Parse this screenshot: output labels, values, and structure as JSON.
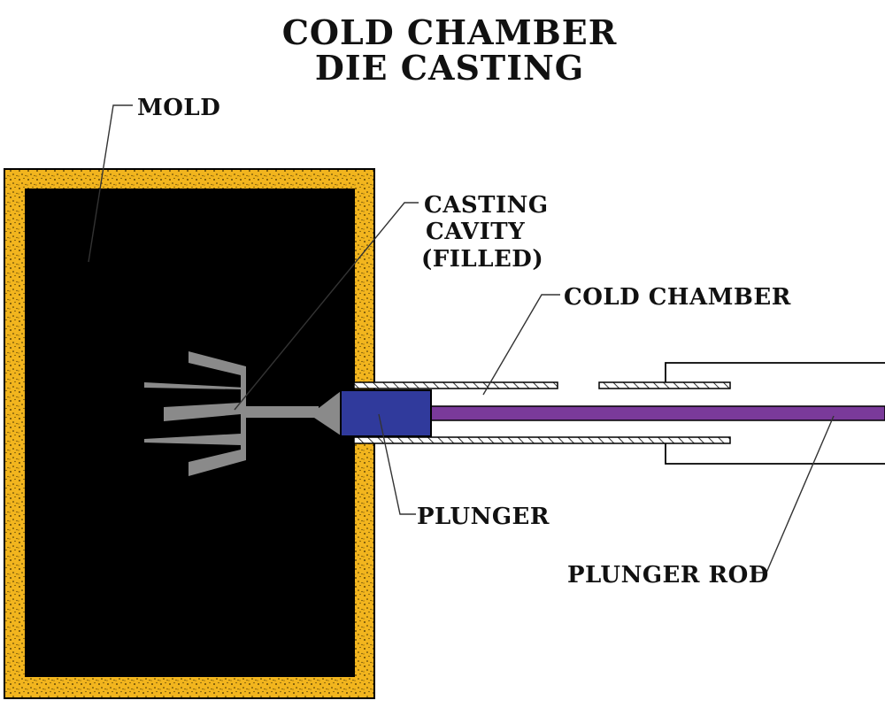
{
  "title": {
    "line1": "COLD CHAMBER",
    "line2": "DIE CASTING"
  },
  "labels": {
    "mold": "MOLD",
    "casting_cavity": [
      "CASTING",
      "CAVITY",
      "(FILLED)"
    ],
    "cold_chamber": "COLD CHAMBER",
    "plunger": "PLUNGER",
    "plunger_rod": "PLUNGER ROD"
  },
  "colors": {
    "mold_fill": "#000000",
    "mold_border": "#f2b51e",
    "casting": "#8a8a8a",
    "plunger": "#303a9c",
    "plunger_rod": "#7a3a9a",
    "chamber_outline": "#000000",
    "background": "#ffffff"
  }
}
